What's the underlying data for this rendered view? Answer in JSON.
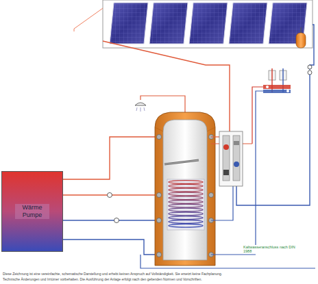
{
  "diagram": {
    "nodes": [
      {
        "text": [
          "Wärme Pumpe"
        ]
      }
    ],
    "labels": [
      "Kaltwasseranschluss nach DIN 1988",
      "Diese Zeichnung ist eine vereinfachte, schematische Darstellung und erhebt keinen Anspruch auf Vollständigkeit. Sie ersetzt keine Fachplanung.",
      "Technische Änderungen und Irrtümer vorbehalten. Die Ausführung der Anlage erfolgt nach den geltenden Normen und Vorschriften."
    ]
  }
}
